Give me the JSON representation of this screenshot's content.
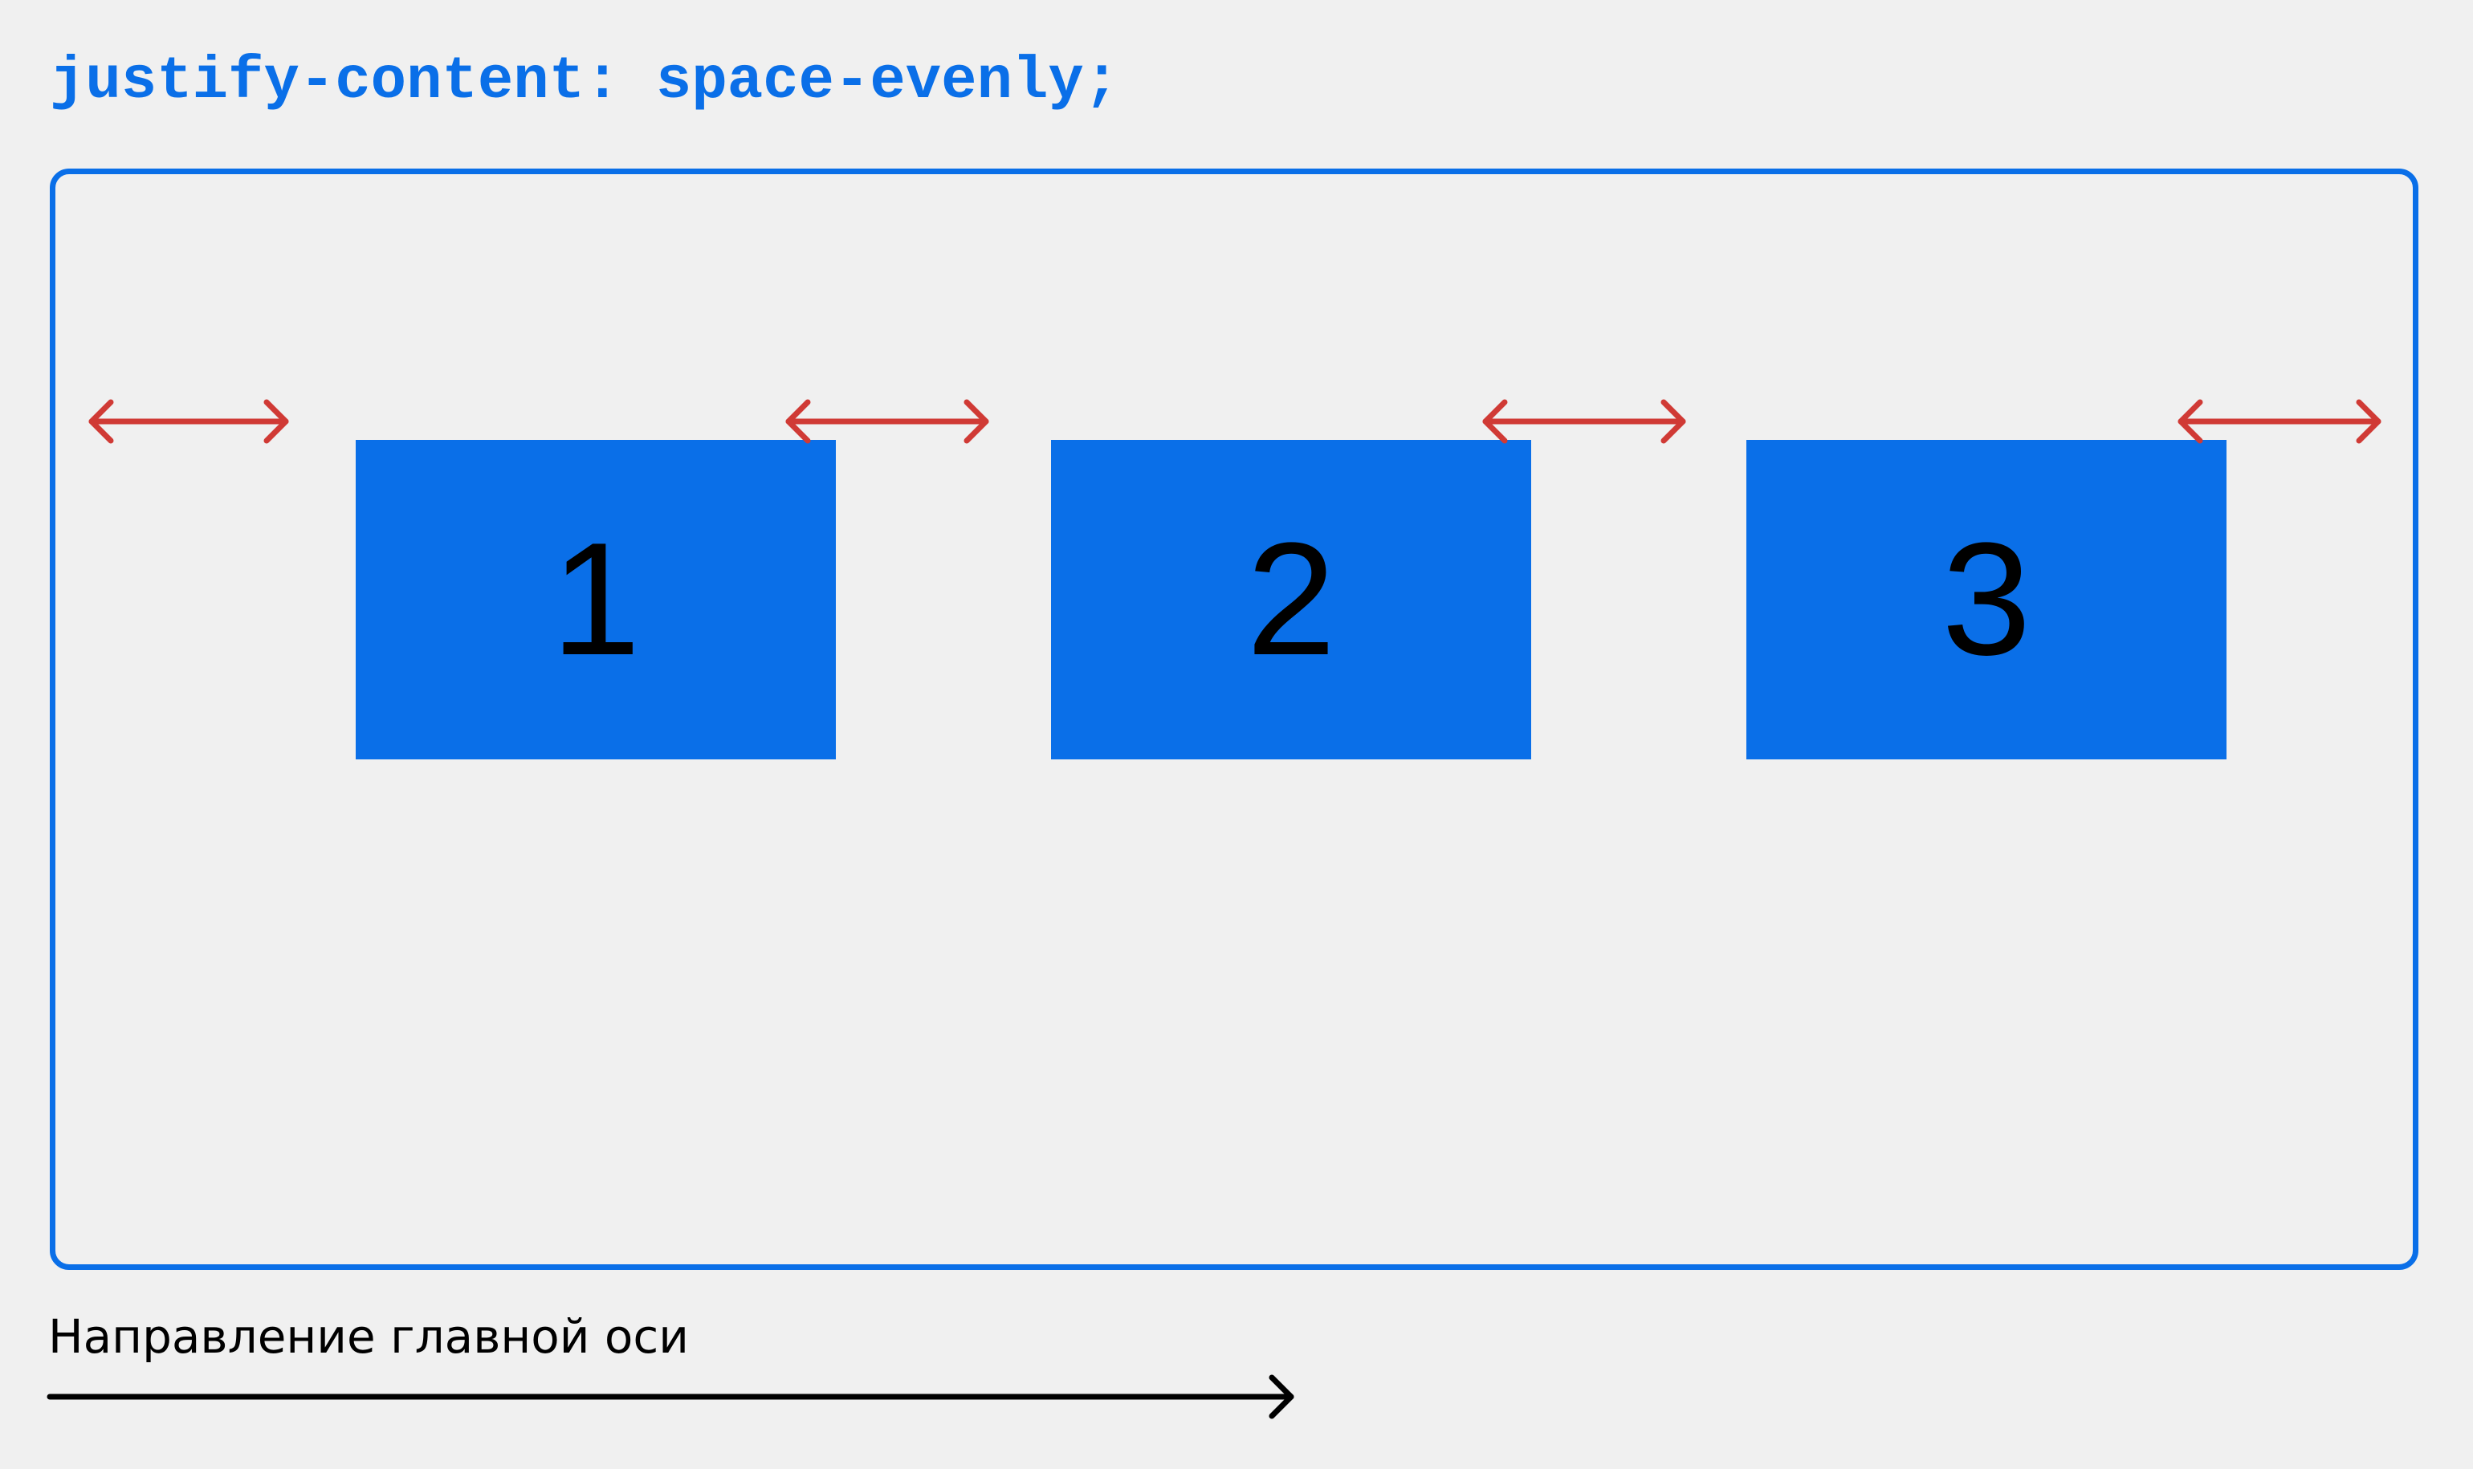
{
  "code_title": "justify-content: space-evenly;",
  "container": {
    "items": [
      {
        "label": "1"
      },
      {
        "label": "2"
      },
      {
        "label": "3"
      }
    ],
    "gap_count": 4
  },
  "axis": {
    "caption": "Направление главной оси"
  },
  "colors": {
    "accent_blue": "#0a6fe8",
    "gap_arrow_red": "#d03a35",
    "background": "#f0f0f0",
    "axis_arrow": "#000000"
  },
  "icons": {
    "gap_arrow": "double-headed-arrow-icon",
    "axis_arrow": "right-arrow-icon"
  }
}
